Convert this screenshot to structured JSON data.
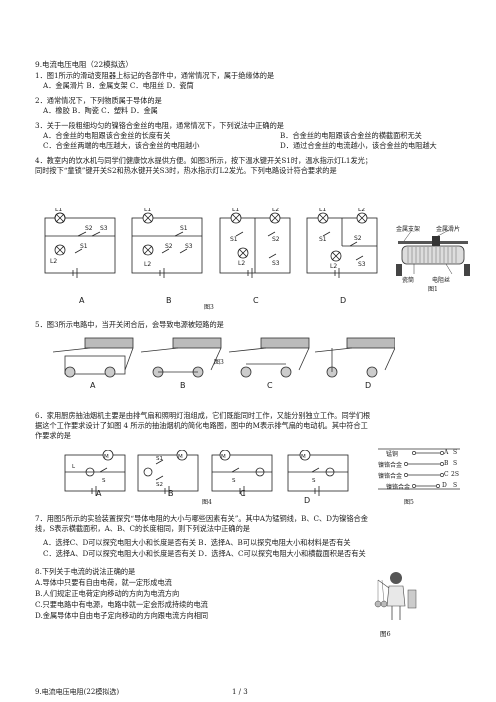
{
  "header": {
    "title": "9.电流电压电阻（22模拟选）"
  },
  "q1": {
    "stem": "1．图1所示的滑动变阻器上标记的各部件中，通常情况下，属于绝缘体的是",
    "options": "A．金属滑片        B．金属支架        C．电阻丝        D．瓷筒"
  },
  "q2": {
    "stem": "2．通常情况下，下列物质属于导体的是",
    "options": "A．橡胶              B．陶瓷              C．塑料              D．金属"
  },
  "q3": {
    "stem": "3．关于一段粗细均匀的镍铬合金丝的电阻，通常情况下，下列说法中正确的是",
    "opt_a": "A．合金丝的电阻跟该合金丝的长度有关",
    "opt_b": "B．合金丝的电阻跟该合金丝的横截面积无关",
    "opt_c": "C．合金丝两端的电压越大，该合金丝的电阻越小",
    "opt_d": "D．通过合金丝的电流越小，该合金丝的电阻越大"
  },
  "q4": {
    "line1": "4．教室内的饮水机与同学们健康饮水提供方便。如图3所示，按下温水键开关S1时，温水指示灯L1发光；",
    "line2": "同时按下“童锁”键开关S2和热水键开关S3时，热水指示灯L2发光。下列电路设计符合要求的是",
    "fig_caption": "图3",
    "fig1_caption": "图1",
    "fig1_labels": {
      "support": "金属支架",
      "slider": "金属滑片",
      "tube": "瓷筒",
      "wire": "电阻丝"
    },
    "option_letters": [
      "A",
      "B",
      "C",
      "D"
    ]
  },
  "q5": {
    "stem": "5．图3所示电路中，当开关闭合后，会导致电源被短路的是",
    "fig_caption": "图3",
    "option_letters": [
      "A",
      "B",
      "C",
      "D"
    ]
  },
  "q6": {
    "line1": "6．家用厨房抽油烟机主要是由排气扇和照明灯泡组成，它们既能同时工作，又能分别独立工作。同学们根",
    "line2": "据这个工作要求设计了如图 4 所示的抽油烟机的简化电路图，图中的M表示排气扇的电动机。其中符合工",
    "line3": "作要求的是",
    "fig_caption": "图4",
    "fig5_caption": "图5",
    "option_letters": [
      "A",
      "B",
      "C",
      "D"
    ],
    "fig5_rows": [
      {
        "left": "锰铜",
        "letter": "A",
        "right": "S"
      },
      {
        "left": "镍铬合金",
        "letter": "B",
        "right": "S"
      },
      {
        "left": "镍铬合金",
        "letter": "C",
        "right": "2S"
      },
      {
        "left": "镍铬合金",
        "letter": "D",
        "right": "S"
      }
    ]
  },
  "q7": {
    "line1": "7．用图5所示的实验装置探究“导体电阻的大小与哪些因素有关”。其中A为锰铜线，B、C、D为镍铬合金",
    "line2": "线，S表示横截面积，A、B、C的长度相同，则下列说法中正确的是",
    "opt_ab": "A．选择C、D可以探究电阻大小和长度是否有关    B．选择A、B可以探究电阻大小和材料是否有关",
    "opt_cd": "C．选择A、D可以探究电阻大小和长度是否有关    D．选择A、C可以探究电阻大小和横截面积是否有关"
  },
  "q8": {
    "stem": "8.下列关于电流的说法正确的是",
    "opt_a": "A.导体中只要有自由电荷，就一定形成电流",
    "opt_b": "B.人们规定正电荷定向移动的方向为电流方向",
    "opt_c": "C.只要电路中有电源，电路中就一定会形成持续的电流",
    "opt_d": "D.金属导体中自由电子定向移动的方向跟电流方向相同",
    "fig_caption": "图6"
  },
  "footer": {
    "left": "9.电流电压电阻(22模拟选)",
    "page": "1  /  3"
  }
}
